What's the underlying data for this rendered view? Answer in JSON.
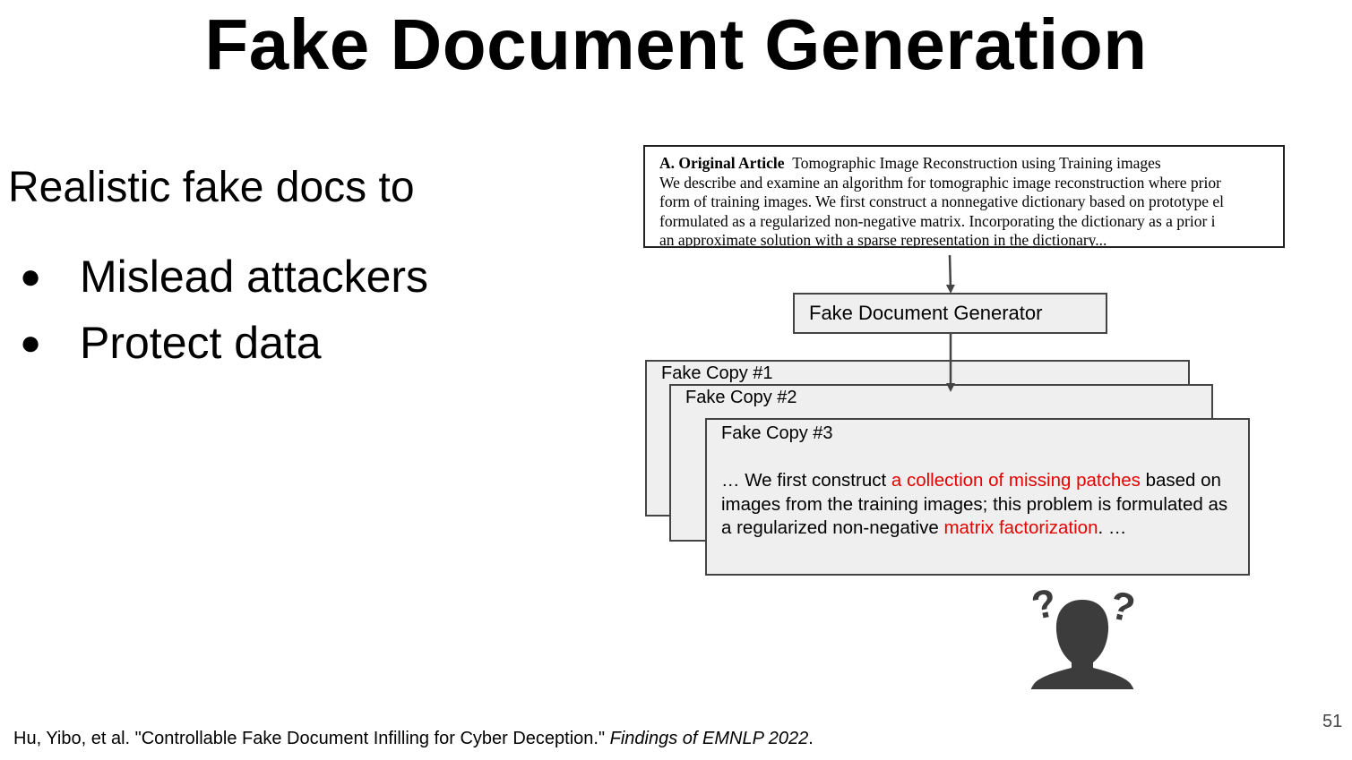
{
  "title": "Fake Document Generation",
  "intro": "Realistic fake docs to",
  "bullets": [
    "Mislead attackers",
    "Protect data"
  ],
  "bullet_symbol": "●",
  "diagram": {
    "article": {
      "label": "A. Original Article",
      "heading": "Tomographic Image Reconstruction using Training images",
      "lines": [
        "We describe and examine an algorithm for tomographic image reconstruction where prior",
        "form of training images. We first construct a nonnegative dictionary based on prototype el",
        "formulated as a regularized non-negative matrix. Incorporating the dictionary as a prior i",
        "an approximate solution with a sparse representation in the dictionary..."
      ]
    },
    "generator_label": "Fake Document Generator",
    "copies": [
      "Fake Copy #1",
      "Fake Copy #2",
      "Fake Copy #3"
    ],
    "copy3_text": {
      "t1": "… We first construct ",
      "r1": "a collection of missing patches",
      "t2": " based on images from the training images; this problem is formulated as a regularized non-negative ",
      "r2": "matrix factorization",
      "t3": ". …"
    },
    "person_icon": "confused-person-icon",
    "highlight_color": "#e60000"
  },
  "page_number": "51",
  "citation": {
    "text": "Hu, Yibo, et al. \"Controllable Fake Document Infilling for Cyber Deception.\" ",
    "venue": "Findings of EMNLP 2022",
    "end": "."
  }
}
